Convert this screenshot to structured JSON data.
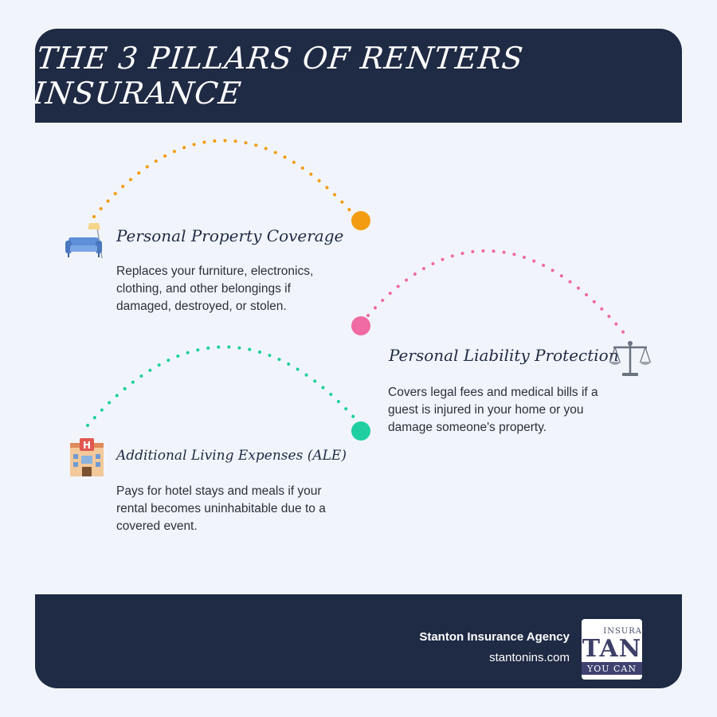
{
  "header": {
    "title": "THE 3 PILLARS OF RENTERS INSURANCE"
  },
  "pillars": [
    {
      "icon": "couch-lamp-icon",
      "title": "Personal Property Coverage",
      "text": "Replaces your furniture, electronics, clothing, and other belongings if damaged, destroyed, or stolen.",
      "color": "#f39c12"
    },
    {
      "icon": "scales-icon",
      "title": "Personal Liability Protection",
      "text": "Covers legal fees and medical bills if a guest is injured in your home or you damage someone's property.",
      "color": "#f06aa3"
    },
    {
      "icon": "hotel-icon",
      "title": "Additional Living Expenses (ALE)",
      "text": "Pays for hotel stays and meals if your rental becomes uninhabitable due to a covered event.",
      "color": "#1fcfa1"
    }
  ],
  "footer": {
    "agency_name": "Stanton Insurance Agency",
    "url": "stantonins.com",
    "logo": {
      "top": "INSURA",
      "main": "TAN",
      "sub": "YOU CAN"
    }
  },
  "colors": {
    "navy": "#1f2a44",
    "background": "#f1f5fb"
  }
}
